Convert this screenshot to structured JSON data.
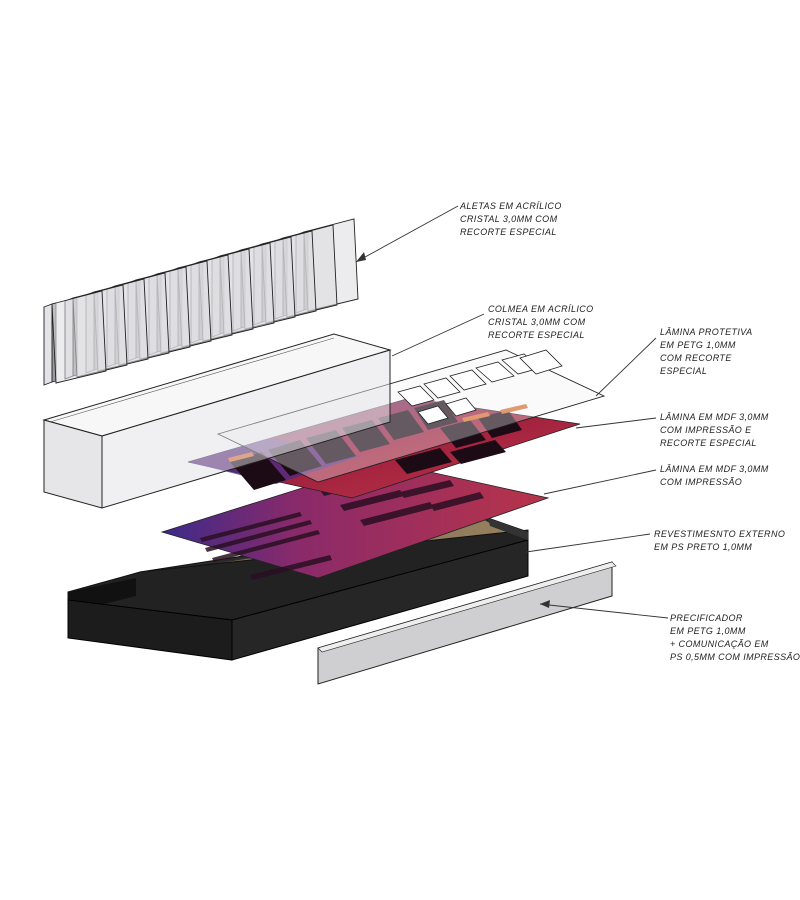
{
  "labels": {
    "aletas": [
      "ALETAS EM ACRÍLICO",
      "CRISTAL 3,0MM COM",
      "RECORTE ESPECIAL"
    ],
    "colmeia": [
      "COLMEA EM ACRÍLICO",
      "CRISTAL 3,0MM COM",
      "RECORTE ESPECIAL"
    ],
    "lamina_protetiva": [
      "LÂMINA PROTETIVA",
      "EM PETG 1,0MM",
      "COM RECORTE",
      "ESPECIAL"
    ],
    "mdf_recorte": [
      "LÂMINA EM MDF 3,0MM",
      "COM IMPRESSÃO E",
      "RECORTE ESPECIAL"
    ],
    "mdf_impressao": [
      "LÂMINA EM MDF 3,0MM",
      "COM IMPRESSÃO"
    ],
    "revestimento": [
      "REVESTIMESNTO EXTERNO",
      "EM PS PRETO 1,0MM"
    ],
    "precificador": [
      "PRECIFICADOR",
      "EM PETG 1,0MM",
      "+ COMUNICAÇÃO EM",
      "PS 0,5MM COM IMPRESSÃO"
    ]
  },
  "colors": {
    "outline": "#222222",
    "acrylic": "#d9d9dc",
    "base_black": "#1f1f1f",
    "base_floor": "#8a7358",
    "mdf_red": "#a8243f",
    "mdf_purple": "#7a2a70",
    "leader": "#333333"
  }
}
